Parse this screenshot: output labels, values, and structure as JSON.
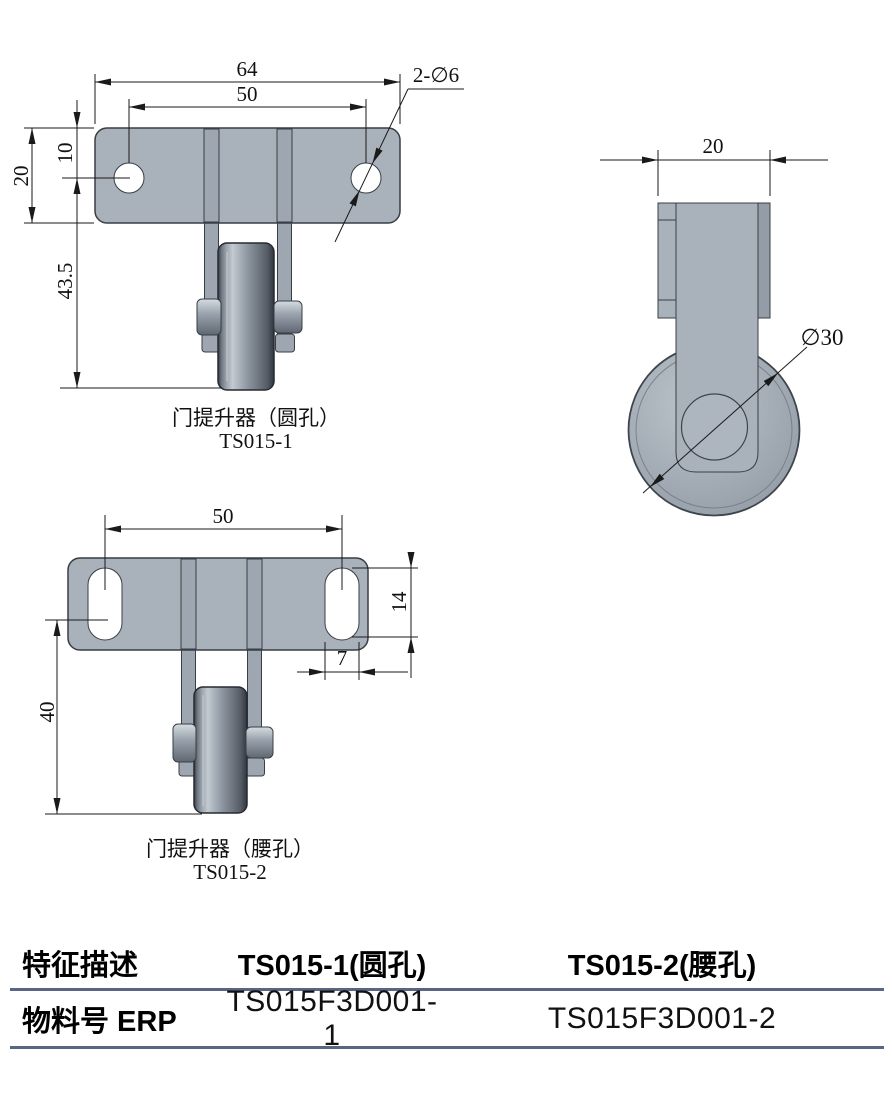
{
  "drawing": {
    "view1": {
      "caption": "门提升器（圆孔）",
      "code": "TS015-1",
      "dim_total_width": "64",
      "dim_hole_spacing": "50",
      "dim_hole_offset": "10",
      "dim_plate_height": "20",
      "dim_drop_height": "43.5",
      "dim_hole_callout": "2-∅6"
    },
    "view2": {
      "dim_bracket_width": "20",
      "dim_wheel_diameter": "∅30"
    },
    "view3": {
      "caption": "门提升器（腰孔）",
      "code": "TS015-2",
      "dim_hole_spacing": "50",
      "dim_slot_length": "14",
      "dim_slot_width": "7",
      "dim_drop_height": "40"
    }
  },
  "table": {
    "header": {
      "col1": "特征描述",
      "col2": "TS015-1(圆孔)",
      "col3": "TS015-2(腰孔)"
    },
    "row_erp": {
      "col1": "物料号 ERP",
      "col2": "TS015F3D001-1",
      "col3": "TS015F3D001-2"
    }
  },
  "colors": {
    "part_fill": "#a9b2bb",
    "band_fill": "#9ea7b1",
    "line": "#1a1a1a",
    "table_rule": "#5a6583"
  }
}
